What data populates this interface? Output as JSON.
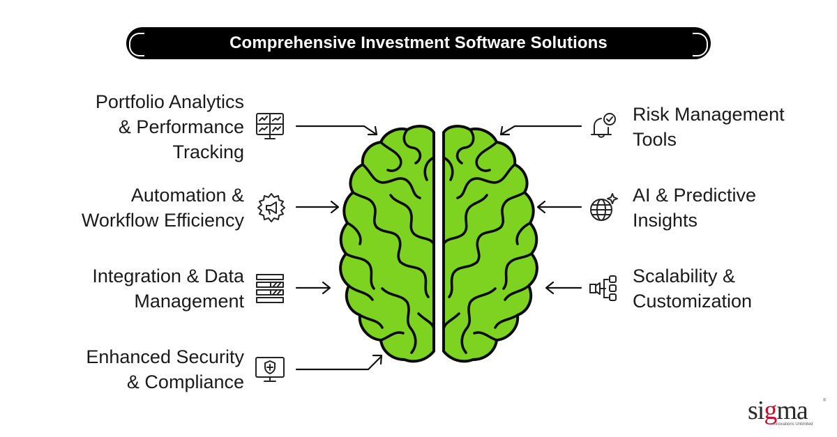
{
  "title": "Comprehensive Investment Software Solutions",
  "colors": {
    "brain_fill": "#7ed321",
    "brain_stroke": "#0b0b0b",
    "pill_bg": "#000000",
    "logo_accent": "#c8102e"
  },
  "features": {
    "left": [
      {
        "label": "Portfolio Analytics\n& Performance\nTracking",
        "icon": "analytics-dashboard-icon"
      },
      {
        "label": "Automation &\nWorkflow Efficiency",
        "icon": "megaphone-gear-icon"
      },
      {
        "label": "Integration & Data\nManagement",
        "icon": "data-stack-icon"
      },
      {
        "label": "Enhanced Security\n& Compliance",
        "icon": "shield-monitor-icon"
      }
    ],
    "right": [
      {
        "label": "Risk Management\nTools",
        "icon": "alarm-check-icon"
      },
      {
        "label": "AI & Predictive\nInsights",
        "icon": "globe-sparkle-icon"
      },
      {
        "label": "Scalability &\nCustomization",
        "icon": "hierarchy-icon"
      }
    ]
  },
  "logo": {
    "prefix": "si",
    "accent": "g",
    "suffix": "ma",
    "tagline": "Innovations Unlimited",
    "mark": "®"
  }
}
